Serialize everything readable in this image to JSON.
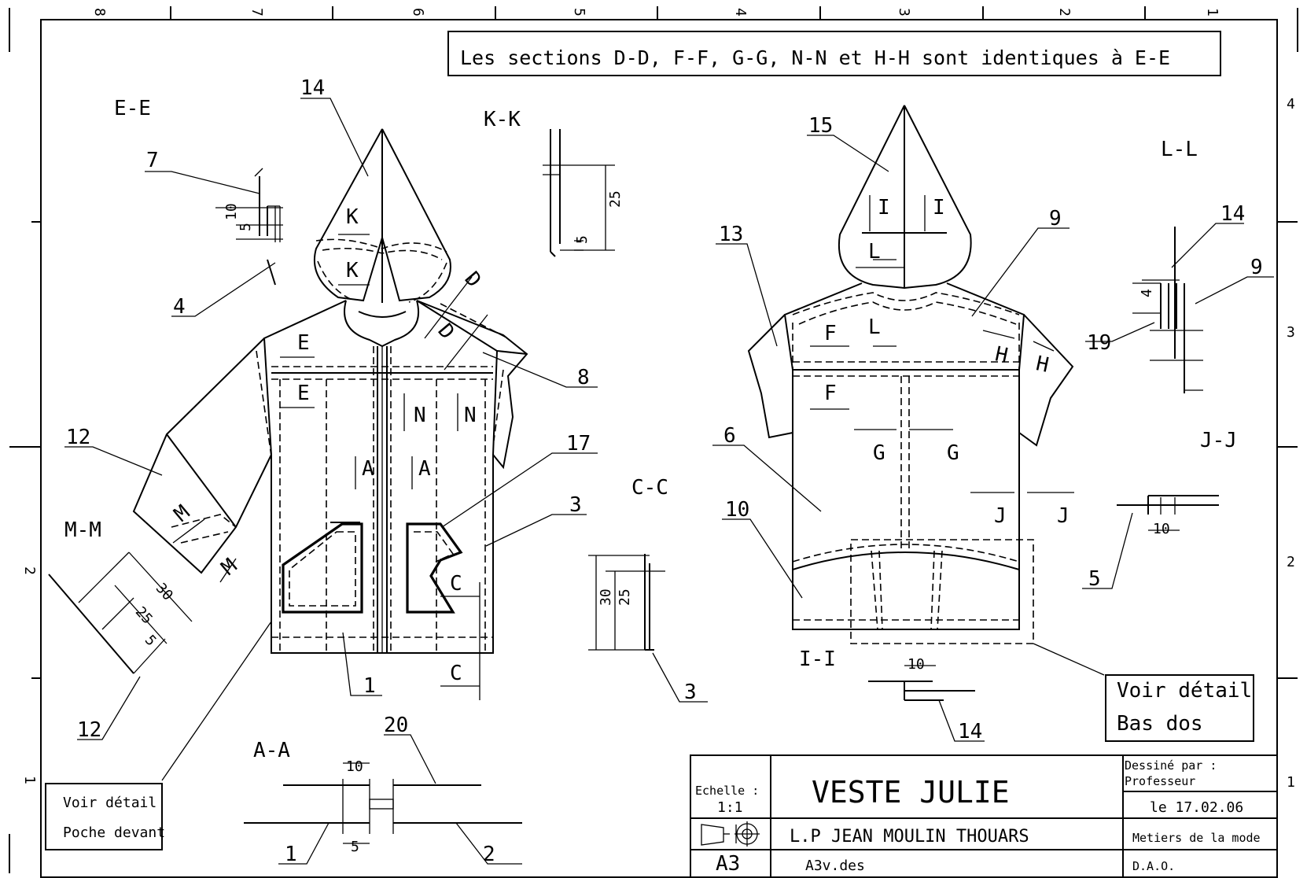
{
  "note": "Les sections D-D, F-F, G-G, N-N et H-H sont identiques à E-E",
  "sections": {
    "ee": "E-E",
    "kk": "K-K",
    "ll": "L-L",
    "jj": "J-J",
    "cc": "C-C",
    "mm": "M-M",
    "ii": "I-I",
    "aa": "A-A"
  },
  "leaders": {
    "n14a": "14",
    "n7": "7",
    "n4": "4",
    "n8": "8",
    "n12a": "12",
    "n17": "17",
    "n3a": "3",
    "n1a": "1",
    "n12b": "12",
    "n20": "20",
    "n1b": "1",
    "n2": "2",
    "n3b": "3",
    "n15": "15",
    "n13": "13",
    "n9a": "9",
    "n14b": "14",
    "n9b": "9",
    "n19": "19",
    "n6": "6",
    "n10": "10",
    "n5": "5",
    "n14c": "14"
  },
  "cut_letters": {
    "k1": "K",
    "k2": "K",
    "d1": "D",
    "d2": "D",
    "e1": "E",
    "e2": "E",
    "n1": "N",
    "n2": "N",
    "a1": "A",
    "a2": "A",
    "c1": "C",
    "c2": "C",
    "m1": "M",
    "m2": "M",
    "i1": "I",
    "i2": "I",
    "l1": "L",
    "l2": "L",
    "f1": "F",
    "f2": "F",
    "h1": "H",
    "h2": "H",
    "g1": "G",
    "g2": "G",
    "j1": "J",
    "j2": "J"
  },
  "dims": {
    "ee10": "10",
    "ee5": "5",
    "kk25": "25",
    "kk5": "5",
    "ll4": "4",
    "jj10": "10",
    "cc30": "30",
    "cc25": "25",
    "mm30": "30",
    "mm25": "25",
    "mm5": "5",
    "ii10": "10",
    "aa10": "10",
    "aa5": "5"
  },
  "callouts": {
    "detail_pocket_line1": "Voir détail",
    "detail_pocket_line2": "Poche devant",
    "detail_back_line1": "Voir détail",
    "detail_back_line2": "Bas dos"
  },
  "title_block": {
    "scale_label": "Echelle :",
    "scale_value": "1:1",
    "title": "VESTE JULIE",
    "drawn_by_label": "Dessiné par :",
    "drawn_by": "Professeur",
    "date": "le 17.02.06",
    "school": "L.P JEAN MOULIN THOUARS",
    "department": "Metiers de la mode",
    "format": "A3",
    "file": "A3v.des",
    "dao": "D.A.O."
  },
  "border": {
    "right_zones": [
      "4",
      "3",
      "2",
      "1"
    ],
    "left_zones": [
      "2",
      "1"
    ],
    "top_marks": [
      "8",
      "7",
      "6",
      "5",
      "4",
      "3",
      "2",
      "1"
    ]
  }
}
